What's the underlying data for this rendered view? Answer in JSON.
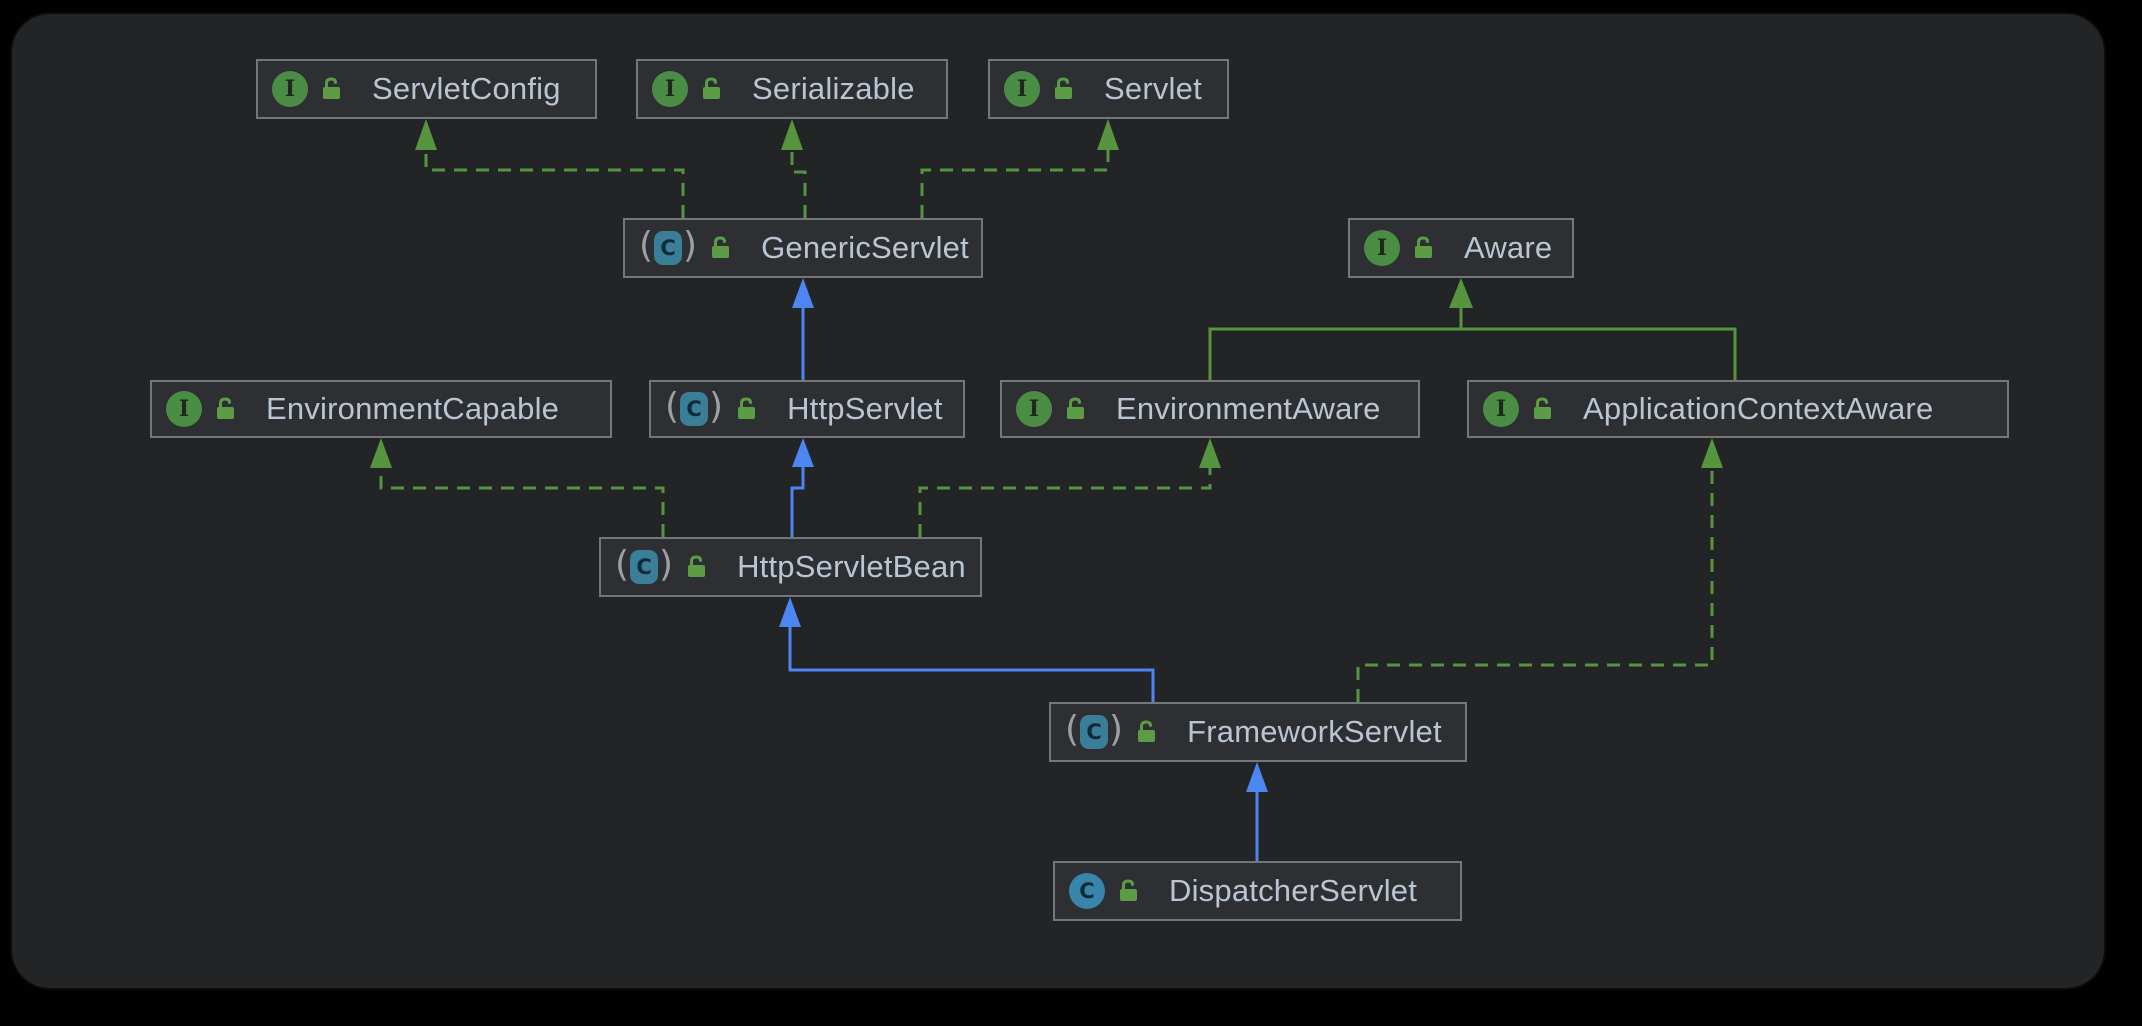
{
  "icons": {
    "interface_letter": "I",
    "class_letter": "C"
  },
  "colors": {
    "canvas": "#222426",
    "node-bg": "#2d2f32",
    "node-border": "#73777a",
    "text": "#bac5d3",
    "ext": "#4c86f3",
    "impl": "#579440",
    "hier": "#579440",
    "iface-icon": "#4b8d44",
    "class-icon": "#3884aa",
    "abstract-icon": "#3b7e97",
    "lock": "#5c9c45",
    "paren": "#9aa0a5"
  },
  "nodes": {
    "servletConfig": {
      "label": "ServletConfig",
      "kind": "interface",
      "lock": "open"
    },
    "serializable": {
      "label": "Serializable",
      "kind": "interface",
      "lock": "open"
    },
    "servlet": {
      "label": "Servlet",
      "kind": "interface",
      "lock": "open"
    },
    "genericServlet": {
      "label": "GenericServlet",
      "kind": "abstract class",
      "lock": "open"
    },
    "aware": {
      "label": "Aware",
      "kind": "interface",
      "lock": "open"
    },
    "environmentCapable": {
      "label": "EnvironmentCapable",
      "kind": "interface",
      "lock": "open"
    },
    "httpServlet": {
      "label": "HttpServlet",
      "kind": "abstract class",
      "lock": "open"
    },
    "environmentAware": {
      "label": "EnvironmentAware",
      "kind": "interface",
      "lock": "open"
    },
    "applicationContextAware": {
      "label": "ApplicationContextAware",
      "kind": "interface",
      "lock": "open"
    },
    "httpServletBean": {
      "label": "HttpServletBean",
      "kind": "abstract class",
      "lock": "open"
    },
    "frameworkServlet": {
      "label": "FrameworkServlet",
      "kind": "abstract class",
      "lock": "open"
    },
    "dispatcherServlet": {
      "label": "DispatcherServlet",
      "kind": "class",
      "lock": "open"
    }
  },
  "edges": [
    {
      "from": "GenericServlet",
      "to": "ServletConfig",
      "type": "implements",
      "style": "green-dashed"
    },
    {
      "from": "GenericServlet",
      "to": "Serializable",
      "type": "implements",
      "style": "green-dashed"
    },
    {
      "from": "GenericServlet",
      "to": "Servlet",
      "type": "implements",
      "style": "green-dashed"
    },
    {
      "from": "HttpServlet",
      "to": "GenericServlet",
      "type": "extends",
      "style": "blue-solid"
    },
    {
      "from": "EnvironmentAware",
      "to": "Aware",
      "type": "extends",
      "style": "green-solid"
    },
    {
      "from": "ApplicationContextAware",
      "to": "Aware",
      "type": "extends",
      "style": "green-solid"
    },
    {
      "from": "HttpServletBean",
      "to": "EnvironmentCapable",
      "type": "implements",
      "style": "green-dashed"
    },
    {
      "from": "HttpServletBean",
      "to": "HttpServlet",
      "type": "extends",
      "style": "blue-solid"
    },
    {
      "from": "HttpServletBean",
      "to": "EnvironmentAware",
      "type": "implements",
      "style": "green-dashed"
    },
    {
      "from": "FrameworkServlet",
      "to": "HttpServletBean",
      "type": "extends",
      "style": "blue-solid"
    },
    {
      "from": "FrameworkServlet",
      "to": "ApplicationContextAware",
      "type": "implements",
      "style": "green-dashed"
    },
    {
      "from": "DispatcherServlet",
      "to": "FrameworkServlet",
      "type": "extends",
      "style": "blue-solid"
    }
  ]
}
